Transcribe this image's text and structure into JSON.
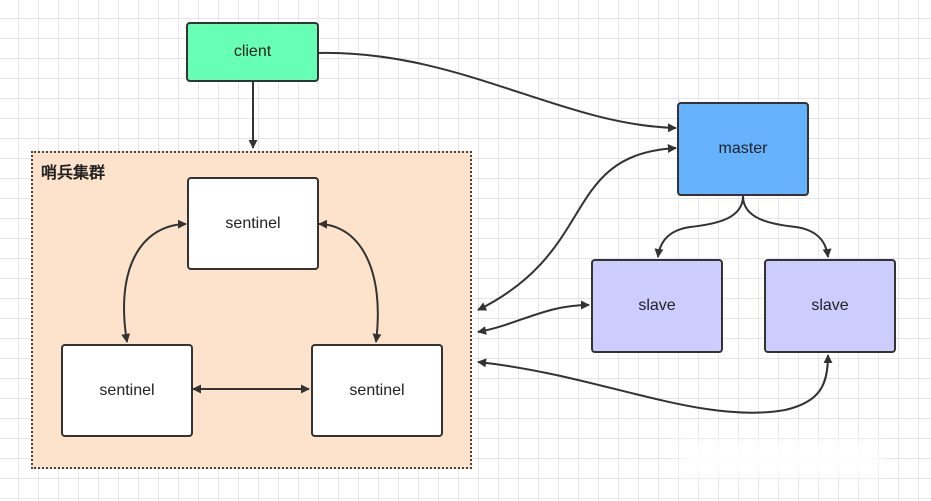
{
  "group": {
    "title": "哨兵集群",
    "fill": "#fde3cc"
  },
  "nodes": {
    "client": {
      "label": "client",
      "fill": "#66ffb3"
    },
    "master": {
      "label": "master",
      "fill": "#66b2ff"
    },
    "slave1": {
      "label": "slave",
      "fill": "#ccccff"
    },
    "slave2": {
      "label": "slave",
      "fill": "#ccccff"
    },
    "sentinel_top": {
      "label": "sentinel",
      "fill": "#ffffff"
    },
    "sentinel_left": {
      "label": "sentinel",
      "fill": "#ffffff"
    },
    "sentinel_right": {
      "label": "sentinel",
      "fill": "#ffffff"
    }
  },
  "edge_color": "#333333"
}
